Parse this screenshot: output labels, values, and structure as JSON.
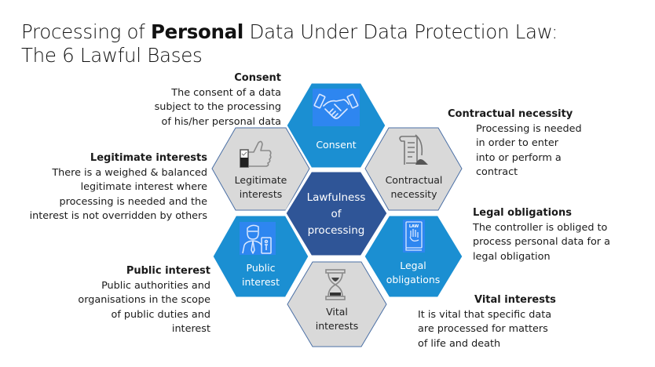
{
  "title": {
    "line1_pre": "Processing of ",
    "line1_bold": "Personal",
    "line1_post": " Data Under Data Protection Law:",
    "line2": "The 6 Lawful Bases"
  },
  "center": {
    "label_lines": [
      "Lawfulness",
      "of",
      "processing"
    ],
    "color": "#2F5597"
  },
  "colors": {
    "blue": "#1B8FD2",
    "gray": "#D9D9D9",
    "icon_bg": "#2E86F0",
    "border": "#4A6FA5"
  },
  "hexes": [
    {
      "id": "consent",
      "label_lines": [
        "Consent"
      ],
      "icon": "handshake-icon"
    },
    {
      "id": "contractual",
      "label_lines": [
        "Contractual",
        "necessity"
      ],
      "icon": "scroll-quill-icon"
    },
    {
      "id": "legal",
      "label_lines": [
        "Legal",
        "obligations"
      ],
      "icon": "law-book-icon"
    },
    {
      "id": "vital",
      "label_lines": [
        "Vital",
        "interests"
      ],
      "icon": "hourglass-icon"
    },
    {
      "id": "public",
      "label_lines": [
        "Public",
        "interest"
      ],
      "icon": "official-person-icon"
    },
    {
      "id": "legitimate",
      "label_lines": [
        "Legitimate",
        "interests"
      ],
      "icon": "thumbs-up-icon"
    }
  ],
  "descriptions": {
    "consent": {
      "heading": "Consent",
      "lines": [
        "The consent of a data",
        "subject to the processing",
        "of his/her personal data"
      ]
    },
    "legitimate": {
      "heading": "Legitimate interests",
      "lines": [
        "There is a weighed & balanced",
        "legitimate interest where",
        "processing is needed and the",
        "interest is not overridden by others"
      ]
    },
    "public": {
      "heading": "Public interest",
      "lines": [
        "Public authorities and",
        "organisations in the scope",
        "of public duties and",
        "interest"
      ]
    },
    "contractual": {
      "heading": "Contractual necessity",
      "lines": [
        "Processing is needed",
        "in order to enter",
        "into or perform a",
        "contract"
      ]
    },
    "legal": {
      "heading": "Legal obligations",
      "lines": [
        "The controller is obliged to",
        "process personal data for a",
        "legal obligation"
      ]
    },
    "vital": {
      "heading": "Vital interests",
      "lines": [
        "It is vital that specific data",
        "are processed for matters",
        "of life and death"
      ]
    }
  }
}
